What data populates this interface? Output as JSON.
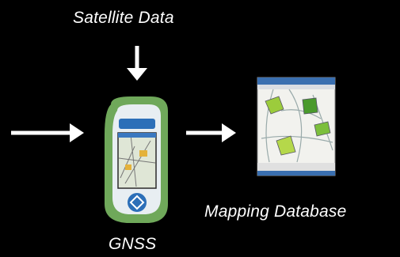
{
  "labels": {
    "satellite_data": "Satellite Data",
    "mapping_database": "Mapping Database",
    "gnss": "GNSS"
  },
  "icons": {
    "gnss_device": "handheld-gnss-receiver-icon",
    "database_screen": "mapping-software-screenshot-icon"
  },
  "colors": {
    "background": "#000000",
    "text": "#ffffff",
    "arrow": "#ffffff",
    "device_outer": "#6fa85a",
    "device_body": "#e8eef2",
    "device_accent": "#2c6fb8"
  }
}
